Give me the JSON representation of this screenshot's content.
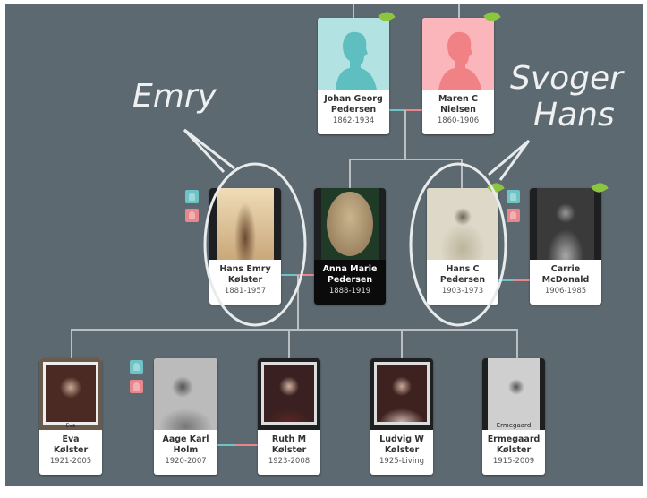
{
  "annotations": {
    "left": "Emry",
    "right_line1": "Svoger",
    "right_line2": "Hans"
  },
  "colors": {
    "background": "#5d6970",
    "male": "#6dc3c6",
    "female": "#e8868c",
    "hint_leaf": "#8cc63f"
  },
  "people": {
    "johan": {
      "name1": "Johan Georg",
      "name2": "Pedersen",
      "years": "1862-1934"
    },
    "maren": {
      "name1": "Maren C",
      "name2": "Nielsen",
      "years": "1860-1906"
    },
    "hans_emry": {
      "name1": "Hans Emry",
      "name2": "Kølster",
      "years": "1881-1957"
    },
    "anna": {
      "name1": "Anna Marie",
      "name2": "Pedersen",
      "years": "1888-1919"
    },
    "hans_c": {
      "name1": "Hans C",
      "name2": "Pedersen",
      "years": "1903-1973"
    },
    "carrie": {
      "name1": "Carrie",
      "name2": "McDonald",
      "years": "1906-1985"
    },
    "eva": {
      "name1": "Eva",
      "name2": "Kølster",
      "years": "1921-2005",
      "photo_caption": "Eva"
    },
    "aage": {
      "name1": "Aage Karl",
      "name2": "Holm",
      "years": "1920-2007"
    },
    "ruth": {
      "name1": "Ruth M",
      "name2": "Kølster",
      "years": "1923-2008"
    },
    "ludvig": {
      "name1": "Ludvig W",
      "name2": "Kølster",
      "years": "1925-Living"
    },
    "ermegaard": {
      "name1": "Ermegaard",
      "name2": "Kølster",
      "years": "1915-2009",
      "photo_caption": "Ermegaard"
    }
  }
}
